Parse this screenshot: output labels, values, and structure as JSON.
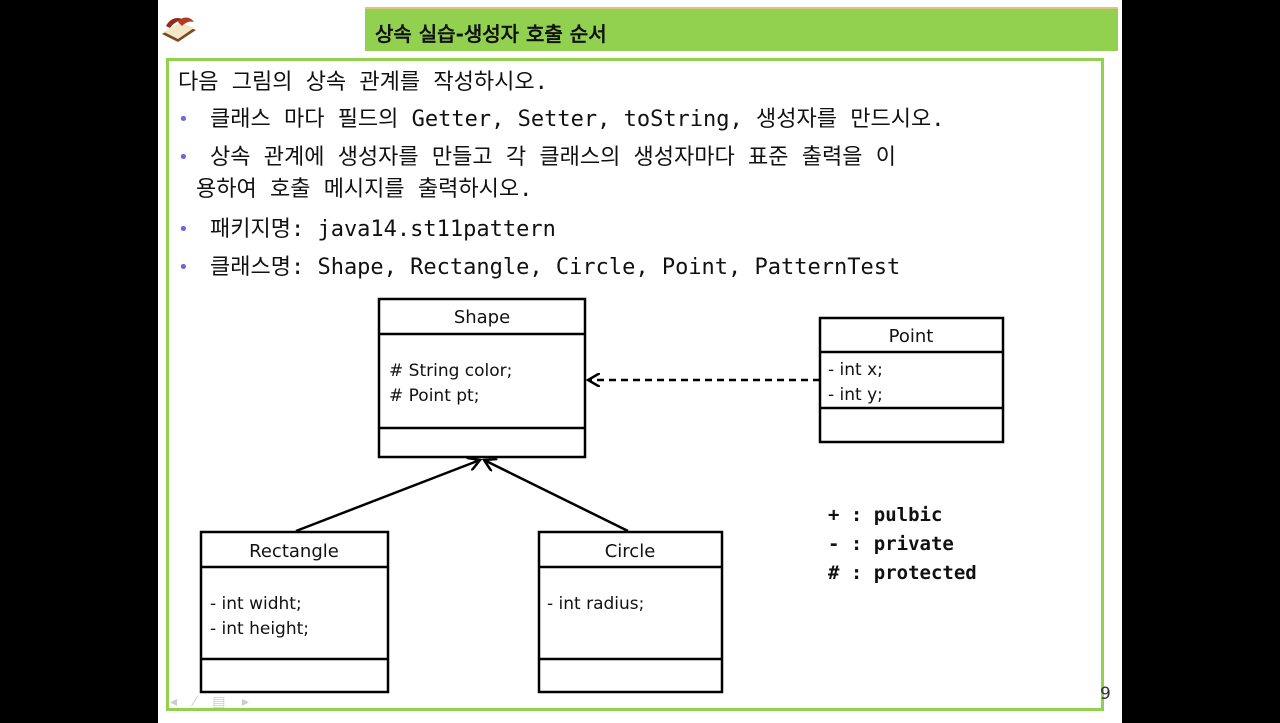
{
  "slide": {
    "title": "상속 실습-생성자 호출 순서",
    "intro": "다음 그림의 상속 관계를 작성하시오.",
    "bullets": [
      {
        "line1": "클래스 마다 필드의 Getter, Setter, toString, 생성자를 만드시오.",
        "line2": ""
      },
      {
        "line1": "상속 관계에 생성자를 만들고 각 클래스의 생성자마다 표준 출력을 이",
        "line2": "용하여 호출 메시지를 출력하시오."
      },
      {
        "line1": "패키지명: java14.st11pattern",
        "line2": ""
      },
      {
        "line1": "클래스명: Shape, Rectangle, Circle, Point, PatternTest",
        "line2": ""
      }
    ],
    "page_number": "9"
  },
  "uml": {
    "shape": {
      "name": "Shape",
      "attrs": [
        "# String color;",
        "# Point pt;"
      ]
    },
    "point": {
      "name": "Point",
      "attrs": [
        "- int x;",
        "- int y;"
      ]
    },
    "rectangle": {
      "name": "Rectangle",
      "attrs": [
        "- int widht;",
        "- int height;"
      ]
    },
    "circle": {
      "name": "Circle",
      "attrs": [
        "- int radius;"
      ]
    }
  },
  "legend": [
    "+ : pulbic",
    "- : private",
    "# : protected"
  ],
  "colors": {
    "accent_green": "#92d050",
    "bullet": "#6b6bd6"
  }
}
